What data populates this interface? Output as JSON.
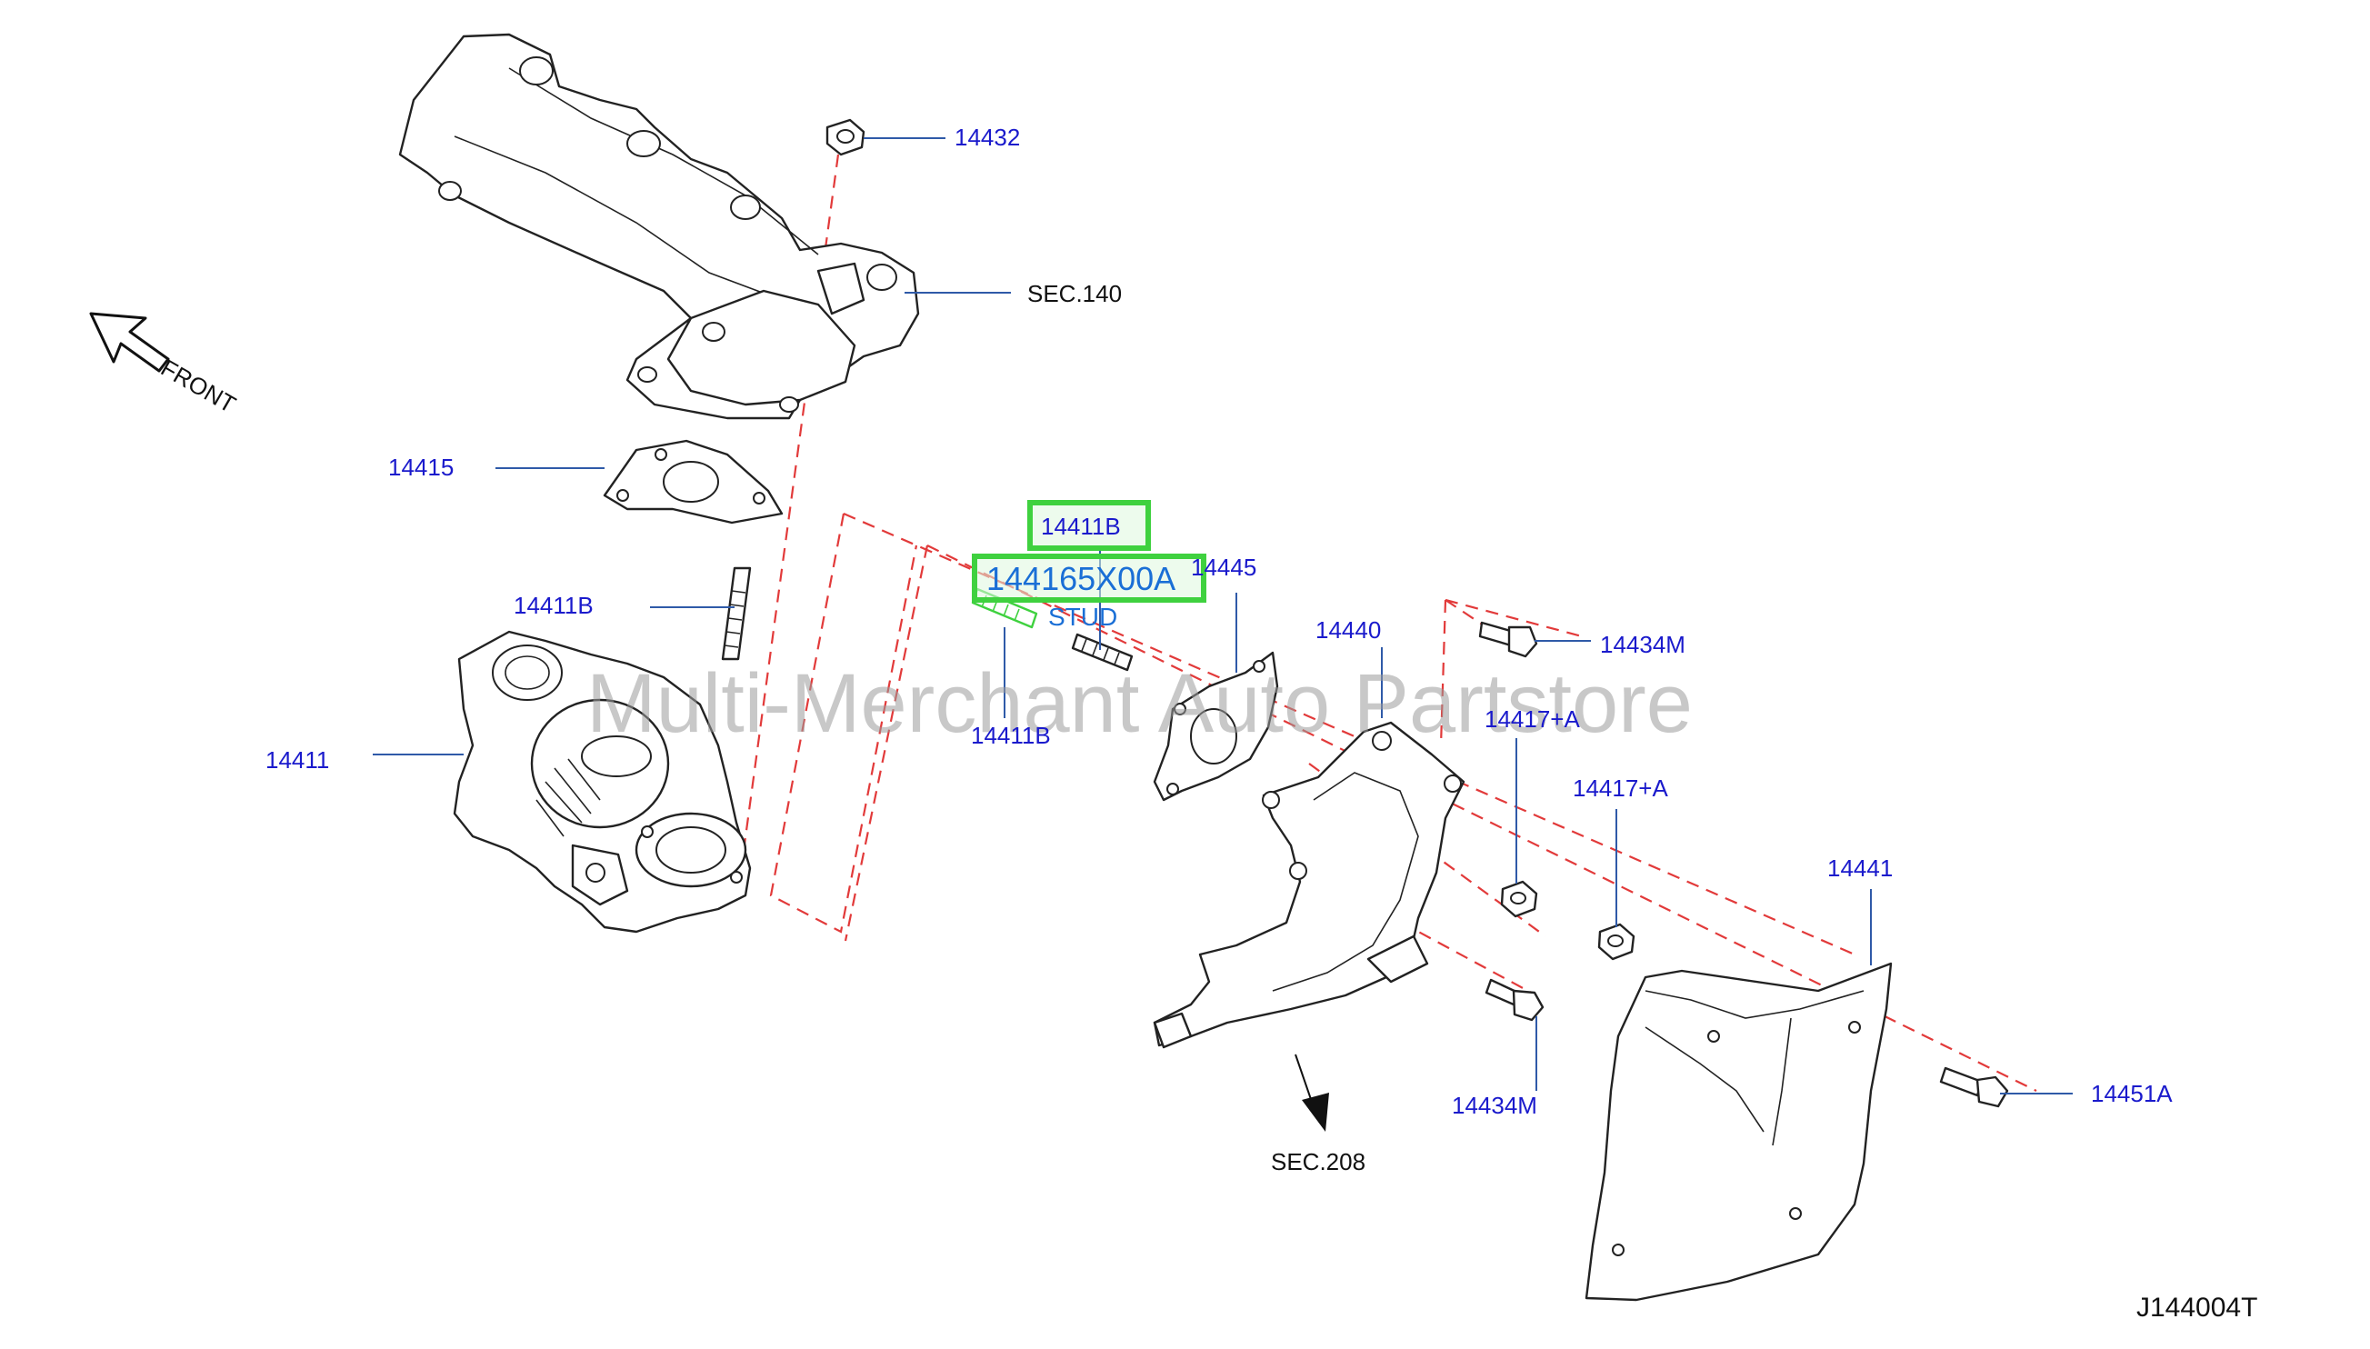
{
  "labels": {
    "p14432": "14432",
    "sec140": "SEC.140",
    "front": "FRONT",
    "p14415": "14415",
    "p14411b_top": "14411B",
    "p14411b_left": "14411B",
    "p14411b_mid": "14411B",
    "p14411": "14411",
    "p14445": "14445",
    "p14440": "14440",
    "p14434m_top": "14434M",
    "p14434m_bot": "14434M",
    "p14417a_1": "14417+A",
    "p14417a_2": "14417+A",
    "p14441": "14441",
    "p14451a": "14451A",
    "sec208": "SEC.208",
    "diagram_code": "J144004T"
  },
  "highlight": {
    "part_number": "144165X00A",
    "part_name": "STUD",
    "box_color": "#3fd13f",
    "fill_color": "#dff7df"
  },
  "watermark": "Multi-Merchant Auto Partstore",
  "colors": {
    "part_label": "#1a1acc",
    "leader": "#2f5aa8",
    "dashed_line": "#e23a3a",
    "outline": "#222222"
  }
}
